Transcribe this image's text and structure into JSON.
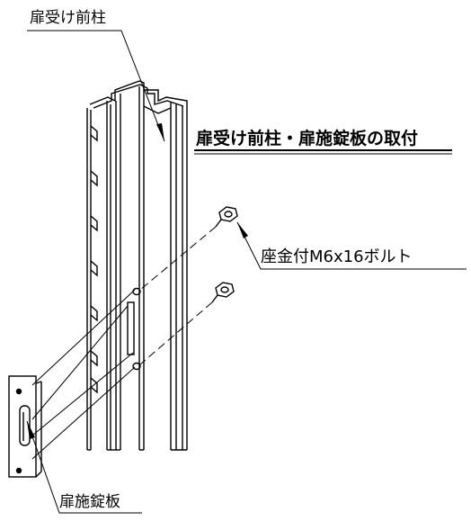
{
  "diagram": {
    "title": "扉受け前柱・扉施錠板の取付",
    "labels": {
      "post": "扉受け前柱",
      "bolt": "座金付M6x16ボルト",
      "plate": "扉施錠板"
    },
    "colors": {
      "line": "#000000",
      "background": "#ffffff"
    }
  }
}
